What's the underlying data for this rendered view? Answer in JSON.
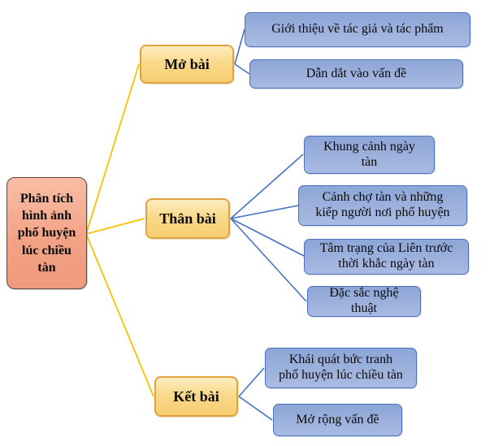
{
  "mindmap": {
    "root_label": "Phân tích\nhình ảnh\nphố huyện\nlúc chiều\ntàn",
    "branches": [
      {
        "label": "Mở bài",
        "children": [
          "Giới thiệu về tác giả và tác phẩm",
          "Dẫn dắt vào vấn đề"
        ]
      },
      {
        "label": "Thân bài",
        "children": [
          "Khung cảnh ngày\ntàn",
          "Cảnh chợ tàn và những\nkiếp người nơi phố huyện",
          "Tâm trạng của Liên trước\nthời khắc ngày tàn",
          "Đặc sắc nghệ\nthuật"
        ]
      },
      {
        "label": "Kết bài",
        "children": [
          "Khái quát bức tranh\nphố huyện lúc chiều tàn",
          "Mở rộng vấn đề"
        ]
      }
    ],
    "colors": {
      "root_fill_top": "#F8BDA6",
      "root_fill_bottom": "#EF9B7D",
      "root_border": "#5A4A40",
      "stage_fill_top": "#FDEDC0",
      "stage_fill_bottom": "#F7CD70",
      "stage_border": "#E2A33C",
      "leaf_fill_top": "#8CA6D7",
      "leaf_fill_bottom": "#A9BBE3",
      "leaf_border": "#4C72BC",
      "connector_yellow": "#FFC000",
      "connector_blue": "#4472C4"
    }
  }
}
